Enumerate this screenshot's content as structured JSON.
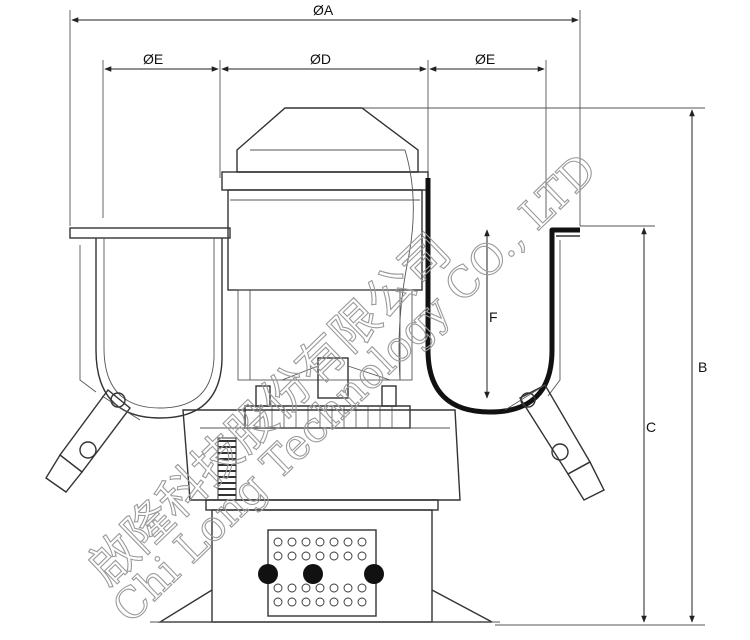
{
  "dimensions": {
    "A": "ØA",
    "D": "ØD",
    "E_left": "ØE",
    "E_right": "ØE",
    "F": "F",
    "B": "B",
    "C": "C"
  },
  "watermark": {
    "chinese": "啟隆科技股份有限公司",
    "english": "Chi Long Technology CO., LTD"
  },
  "colors": {
    "line": "#333333",
    "highlight": "#111111",
    "watermark": "#9a9a9a"
  }
}
